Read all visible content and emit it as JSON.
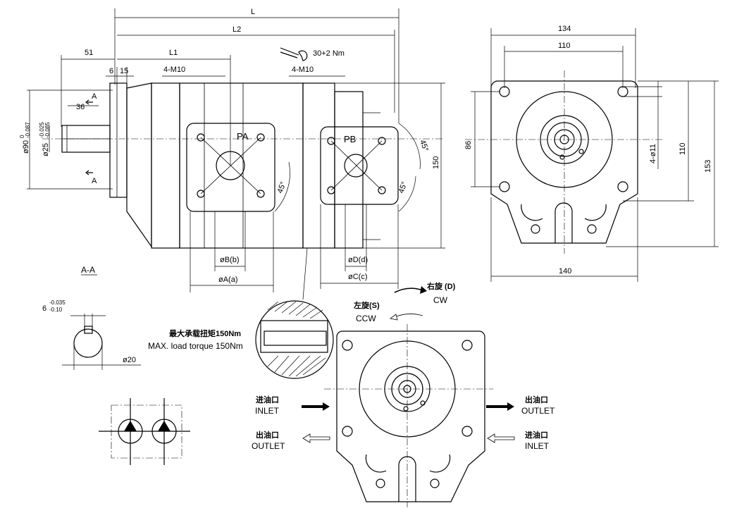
{
  "side_view": {
    "dims": {
      "L": "L",
      "L2": "L2",
      "L1": "L1",
      "d51": "51",
      "d6": "6",
      "d15": "15",
      "d36": "36",
      "m10_a": "4-M10",
      "m10_b": "4-M10",
      "phi90": "ø90",
      "phi90_tol_upper": "0",
      "phi90_tol_lower": "-0.087",
      "phi25": "ø25",
      "phi25_tol_upper": "-0.025",
      "phi25_tol_lower": "-0.085",
      "phiB": "øB(b)",
      "phiA": "øA(a)",
      "phiD": "øD(d)",
      "phiC": "øC(c)",
      "d150": "150",
      "angle1": "45°",
      "angle2": "45°",
      "angle3": "45°"
    },
    "section_marks": {
      "top": "A",
      "bottom": "A"
    },
    "port_labels": {
      "pa": "PA",
      "pb": "PB"
    },
    "torque_note": "30+2 Nm"
  },
  "front_view": {
    "dims": {
      "d134": "134",
      "d110_top": "110",
      "d86": "86",
      "holes": "4-ø11",
      "d110_right": "110",
      "d153": "153",
      "d140": "140"
    }
  },
  "section_aa": {
    "title": "A-A",
    "key_width": "6",
    "key_tol_upper": "-0.035",
    "key_tol_lower": "-0.10",
    "diameter": "ø20"
  },
  "rotation": {
    "cw_cn": "右旋 (D)",
    "cw_en": "CW",
    "ccw_cn": "左旋(S)",
    "ccw_en": "CCW"
  },
  "torque": {
    "cn": "最大承载扭矩150Nm",
    "en": "MAX. load torque 150Nm"
  },
  "ports": {
    "left_inlet_cn": "进油口",
    "left_inlet_en": "INLET",
    "left_outlet_cn": "出油口",
    "left_outlet_en": "OUTLET",
    "right_outlet_cn": "出油口",
    "right_outlet_en": "OUTLET",
    "right_inlet_cn": "进油口",
    "right_inlet_en": "INLET"
  }
}
